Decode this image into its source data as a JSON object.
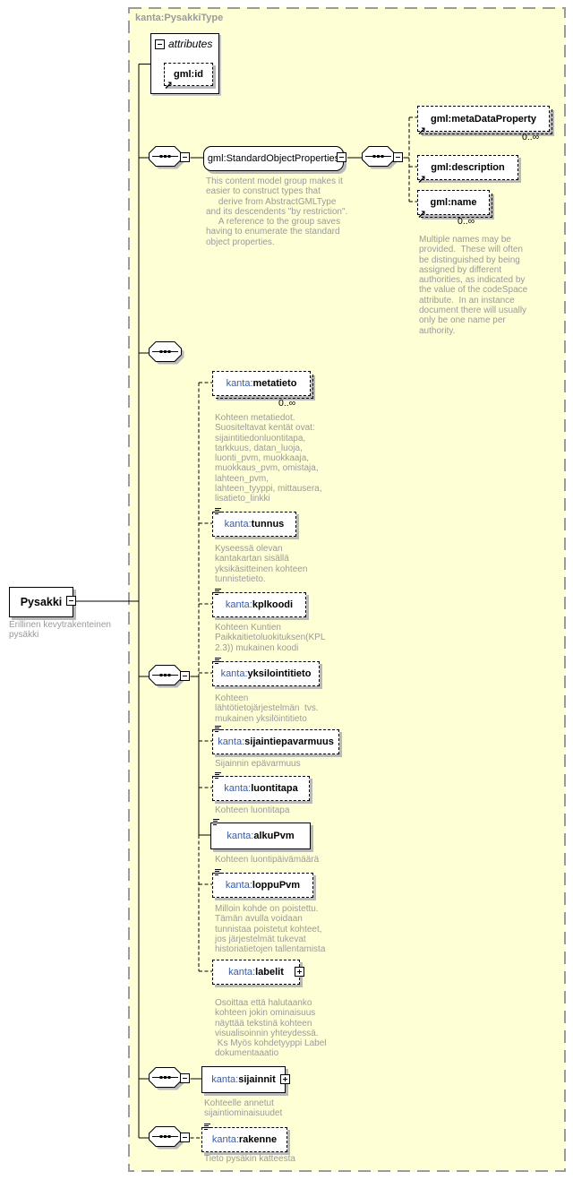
{
  "diagram": {
    "type_label": "kanta:PysakkiType",
    "colors": {
      "container_bg": "#ffffd6",
      "prefix_blue": "#3a5ca8",
      "annotation_gray": "#9a9a9a"
    }
  },
  "root": {
    "label": "Pysakki",
    "annotation": "Erillinen kevytrakenteinen\npysäkki"
  },
  "attributes": {
    "header": "attributes",
    "id_attr": {
      "label": "gml:id"
    }
  },
  "gml": {
    "group": {
      "label": "gml:StandardObjectProperties",
      "annotation": "This content model group makes it\neasier to construct types that\n     derive from AbstractGMLType\nand its descendents \"by restriction\".\n     A reference to the group saves\nhaving to enumerate the standard\nobject properties."
    },
    "metaDataProperty": {
      "label": "gml:metaDataProperty",
      "occurs": "0..∞"
    },
    "description": {
      "label": "gml:description"
    },
    "name": {
      "label": "gml:name",
      "occurs": "0..∞",
      "annotation": "Multiple names may be\nprovided.  These will often\nbe distinguished by being\nassigned by different\nauthorities, as indicated by\nthe value of the codeSpace\nattribute.  In an instance\ndocument there will usually\nonly be one name per\nauthority."
    }
  },
  "kanta": {
    "metatieto": {
      "prefix": "kanta:",
      "local": "metatieto",
      "occurs": "0..∞",
      "annotation": "Kohteen metatiedot.\nSuositeltavat kentät ovat:\nsijaintitiedonluontitapa,\ntarkkuus, datan_luoja,\nluonti_pvm, muokkaaja,\nmuokkaus_pvm, omistaja,\nlahteen_pvm,\nlahteen_tyyppi, mittausera,\nlisatieto_linkki"
    },
    "tunnus": {
      "prefix": "kanta:",
      "local": "tunnus",
      "annotation": "Kyseessä olevan\nkantakartan sisällä\nyksikäsitteinen kohteen\ntunnistetieto."
    },
    "kplkoodi": {
      "prefix": "kanta:",
      "local": "kplkoodi",
      "annotation": "Kohteen Kuntien\nPaikkaitietoluokituksen(KPL\n2.3)) mukainen koodi"
    },
    "yksilointitieto": {
      "prefix": "kanta:",
      "local": "yksilointitieto",
      "annotation": "Kohteen\nlähtötietojärjestelmän  tvs.\nmukainen yksilöintitieto"
    },
    "sijaintiepavarmuus": {
      "prefix": "kanta:",
      "local": "sijaintiepavarmuus",
      "annotation": "Sijainnin epävarmuus"
    },
    "luontitapa": {
      "prefix": "kanta:",
      "local": "luontitapa",
      "annotation": "Kohteen luontitapa"
    },
    "alkuPvm": {
      "prefix": "kanta:",
      "local": "alkuPvm",
      "annotation": "Kohteen luontipäivämäärä"
    },
    "loppuPvm": {
      "prefix": "kanta:",
      "local": "loppuPvm",
      "annotation": "Milloin kohde on poistettu.\nTämän avulla voidaan\ntunnistaa poistetut kohteet,\njos järjestelmät tukevat\nhistoriatietojen tallentamista"
    },
    "labelit": {
      "prefix": "kanta:",
      "local": "labelit",
      "annotation": "Osoittaa että halutaanko\nkohteen jokin ominaisuus\nnäyttää tekstinä kohteen\nvisualisoinnin yhteydessä.\n Ks Myös kohdetyyppi Label\ndokumentaaatio"
    },
    "sijainnit": {
      "prefix": "kanta:",
      "local": "sijainnit",
      "annotation": "Kohteelle annetut\nsijaintiominaisuudet"
    },
    "rakenne": {
      "prefix": "kanta:",
      "local": "rakenne",
      "annotation": "Tieto pysäkin katteesta"
    }
  }
}
